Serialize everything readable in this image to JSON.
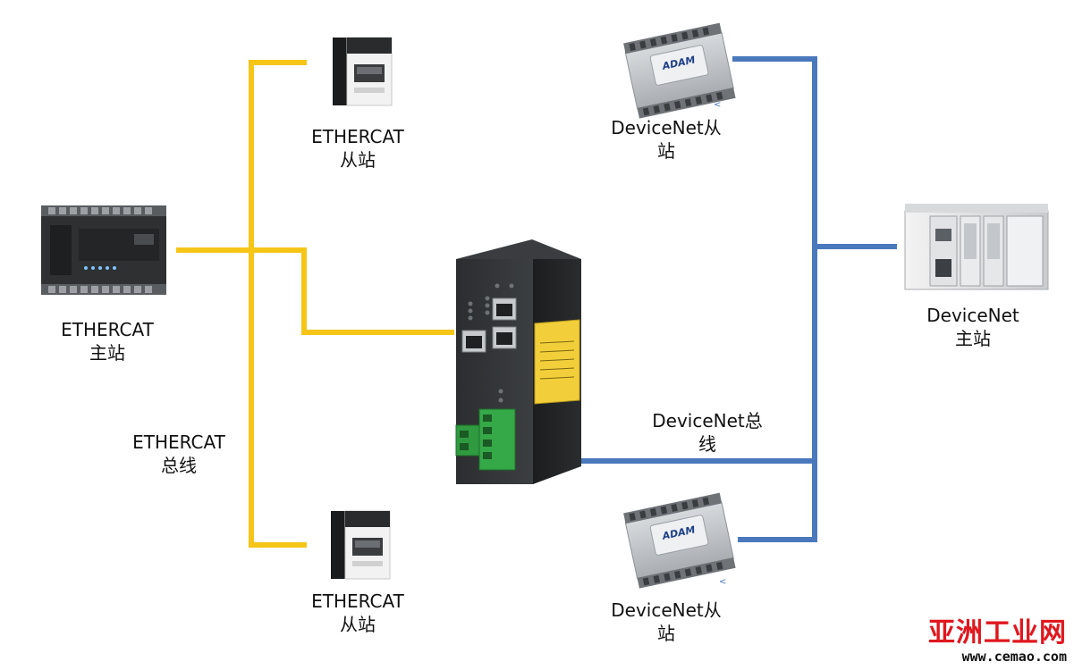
{
  "colors": {
    "ethercat_bus": "#f5c518",
    "devicenet_bus": "#4a78bd",
    "background": "#ffffff",
    "watermark_red": "#e0181f"
  },
  "nodes": {
    "ethercat_master": {
      "line1": "ETHERCAT",
      "line2": "主站",
      "icon": "plc-controller-icon"
    },
    "ethercat_slave_top": {
      "line1": "ETHERCAT",
      "line2": "从站",
      "icon": "servo-drive-icon"
    },
    "ethercat_slave_bottom": {
      "line1": "ETHERCAT",
      "line2": "从站",
      "icon": "servo-drive-icon"
    },
    "devicenet_slave_top": {
      "line1": "DeviceNet从",
      "line2": "站",
      "icon": "adam-io-module-icon",
      "brand": "ADAM"
    },
    "devicenet_slave_bottom": {
      "line1": "DeviceNet从",
      "line2": "站",
      "icon": "adam-io-module-icon",
      "brand": "ADAM"
    },
    "devicenet_master": {
      "line1": "DeviceNet",
      "line2": "主站",
      "icon": "allen-bradley-plc-icon"
    },
    "gateway": {
      "icon": "gateway-device-icon"
    }
  },
  "bus_labels": {
    "ethercat": {
      "line1": "ETHERCAT",
      "line2": "总线"
    },
    "devicenet": {
      "line1": "DeviceNet总",
      "line2": "线"
    }
  },
  "watermark": {
    "cn": "亚洲工业网",
    "url": "www.cemao.com"
  }
}
